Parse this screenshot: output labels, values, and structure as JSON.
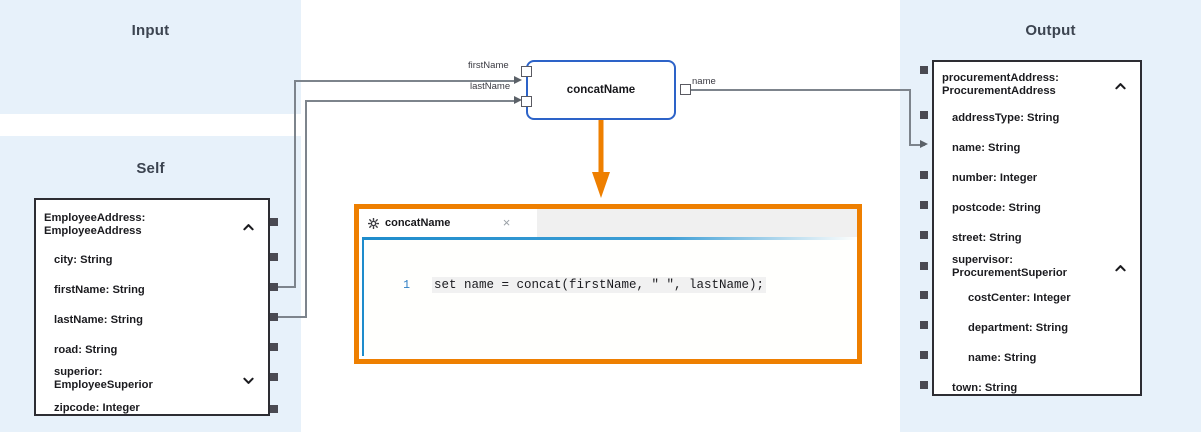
{
  "colors": {
    "panel_bg": "#e7f1fa",
    "node_border": "#2d63c8",
    "editor_border": "#ee7f00",
    "wire": "#7d848c",
    "code_accent": "#1e8ccc"
  },
  "panels": {
    "input": {
      "title": "Input"
    },
    "self": {
      "title": "Self"
    },
    "output": {
      "title": "Output"
    }
  },
  "self_box": {
    "fields": [
      {
        "label": "EmployeeAddress:\nEmployeeAddress",
        "indent": 0,
        "chevron": "chevron-up"
      },
      {
        "label": "city: String",
        "indent": 1,
        "chevron": ""
      },
      {
        "label": "firstName: String",
        "indent": 1,
        "chevron": ""
      },
      {
        "label": "lastName: String",
        "indent": 1,
        "chevron": ""
      },
      {
        "label": "road: String",
        "indent": 1,
        "chevron": ""
      },
      {
        "label": "superior:\nEmployeeSuperior",
        "indent": 1,
        "chevron": "chevron-down"
      },
      {
        "label": "zipcode: Integer",
        "indent": 1,
        "chevron": ""
      }
    ]
  },
  "output_box": {
    "fields": [
      {
        "label": "procurementAddress:\nProcurementAddress",
        "indent": 0,
        "chevron": "chevron-up"
      },
      {
        "label": "addressType: String",
        "indent": 1,
        "chevron": ""
      },
      {
        "label": "name: String",
        "indent": 1,
        "chevron": ""
      },
      {
        "label": "number: Integer",
        "indent": 1,
        "chevron": ""
      },
      {
        "label": "postcode: String",
        "indent": 1,
        "chevron": ""
      },
      {
        "label": "street: String",
        "indent": 1,
        "chevron": ""
      },
      {
        "label": "supervisor:\nProcurementSuperior",
        "indent": 1,
        "chevron": "chevron-up"
      },
      {
        "label": "costCenter: Integer",
        "indent": 2,
        "chevron": ""
      },
      {
        "label": "department: String",
        "indent": 2,
        "chevron": ""
      },
      {
        "label": "name: String",
        "indent": 2,
        "chevron": ""
      },
      {
        "label": "town: String",
        "indent": 1,
        "chevron": ""
      }
    ]
  },
  "node": {
    "title": "concatName",
    "inputs": [
      "firstName",
      "lastName"
    ],
    "outputs": [
      "name"
    ]
  },
  "editor": {
    "tab_title": "concatName",
    "gear_icon": "gear-icon",
    "close_icon": "×",
    "line_number": "1",
    "code": "set name = concat(firstName, \" \", lastName);"
  }
}
